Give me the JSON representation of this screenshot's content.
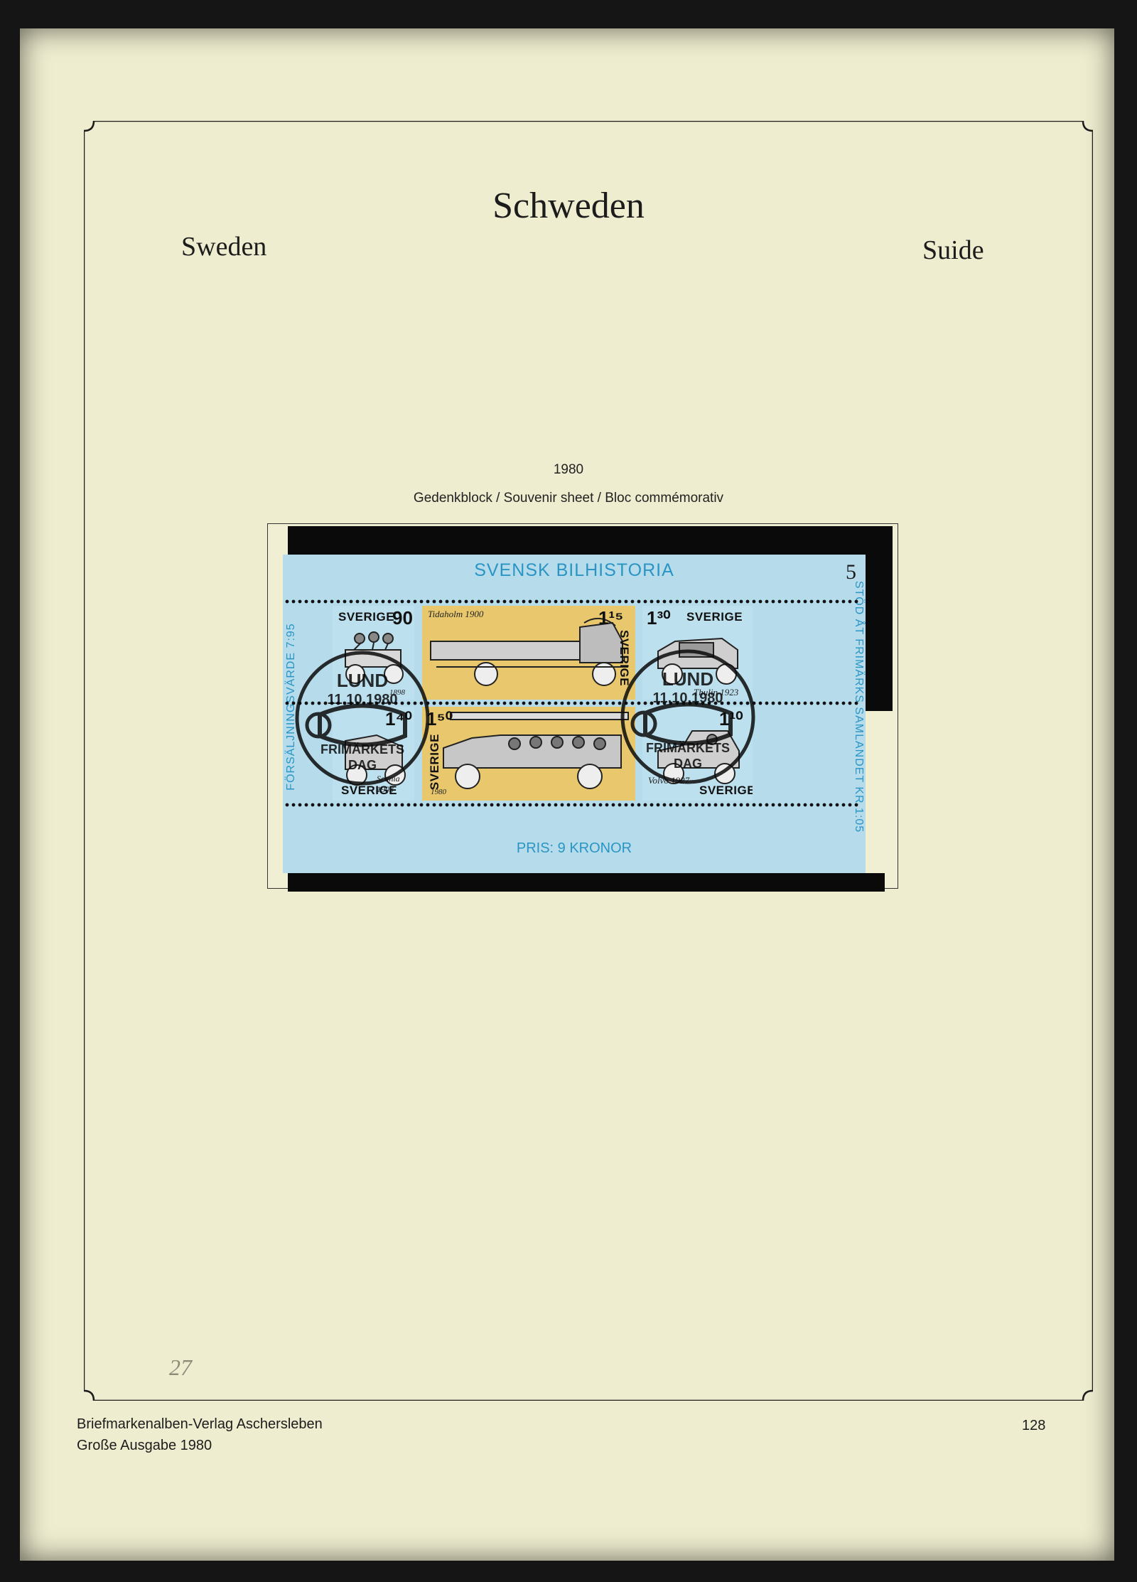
{
  "page": {
    "title": "Schweden",
    "subtitle_left": "Sweden",
    "subtitle_right": "Suide",
    "year": "1980",
    "caption": "Gedenkblock / Souvenir sheet / Bloc commémorativ"
  },
  "sheet": {
    "title": "SVENSK BILHISTORIA",
    "number": "5",
    "price": "PRIS: 9 KRONOR",
    "side_left": "FÖRSÄLJNINGSVÄRDE 7:95",
    "side_right": "STÖD ÅT FRIMÄRKS SAMLANDET KR 1:05",
    "stamps": [
      {
        "country": "SVERIGE",
        "value": "90",
        "caption": "1898"
      },
      {
        "country": "SVERIGE",
        "value": "1¹⁵",
        "caption": "Tidaholm 1900"
      },
      {
        "country": "SVERIGE",
        "value": "1³⁰",
        "caption": "Thulin 1923"
      },
      {
        "country": "SVERIGE",
        "value": "1⁴⁰",
        "caption": "Scania 1903"
      },
      {
        "country": "SVERIGE",
        "value": "1⁵⁰",
        "caption": "1980"
      },
      {
        "country": "SVERIGE",
        "value": "1¹⁰",
        "caption": "Volvo 1927"
      }
    ],
    "postmark": {
      "city": "LUND",
      "date": "11.10.1980",
      "line1": "FRIMÄRKETS",
      "line2": "DAG"
    }
  },
  "colors": {
    "page": "#efedcf",
    "sheet_blue": "#b6dcec",
    "stamp_yellow": "#e9c86d",
    "ink_blue": "#2a95c4"
  },
  "footer": {
    "publisher": "Briefmarkenalben-Verlag Aschersleben",
    "edition": "Große Ausgabe 1980",
    "page_number": "128",
    "pencil_note": "27"
  }
}
